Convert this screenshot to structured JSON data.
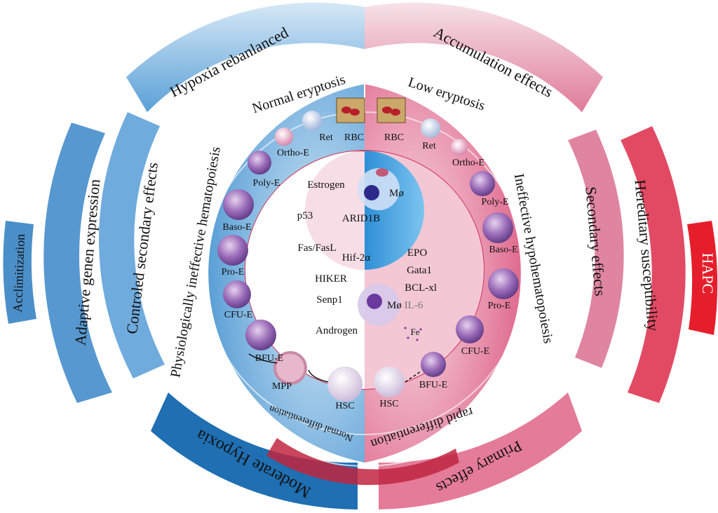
{
  "outer_left": {
    "hypoxia_rebalanced": "Hypoxia rebanlanced",
    "controlled_secondary": "Controled secondary effects",
    "adaptive_gene": "Adaptive genen expression",
    "acclimatization": "Acclimitization",
    "moderate_hypoxia": "Moderate Hypoxia"
  },
  "outer_right": {
    "accumulation_effects": "Accumulation effects",
    "secondary_effects": "Secondary effects",
    "hereditary_susceptibility": "Hereditary susceptibility",
    "hapc": "HAPC",
    "primary_effects": "Primary effects"
  },
  "ring_labels": {
    "normal_eryptosis": "Normal eryptosis",
    "low_eryptosis": "Low eryptosis",
    "physiological": "Physiologically ineffective hematopoiesis",
    "ineffective": "Ineffective hypohematopoiesis",
    "normal_differentiation": "Normal differentiation",
    "rapid_differentiation": "rapid differentiation"
  },
  "left_cells": {
    "rbc": "RBC",
    "ret": "Ret",
    "ortho": "Ortho-E",
    "poly": "Poly-E",
    "baso": "Baso-E",
    "pro": "Pro-E",
    "cfu": "CFU-E",
    "bfu": "BFU-E",
    "mpp": "MPP",
    "hsc": "HSC"
  },
  "right_cells": {
    "rbc": "RBC",
    "ret": "Ret",
    "ortho": "Ortho-E",
    "poly": "Poly-E",
    "baso": "Baso-E",
    "pro": "Pro-E",
    "cfu": "CFU-E",
    "bfu": "BFU-E",
    "hsc": "HSC"
  },
  "center": {
    "estrogen": "Estrogen",
    "mo_top": "Mø",
    "p53": "p53",
    "arid1b": "ARID1B",
    "fas": "Fas/FasL",
    "hif": "Hif-2α",
    "epo": "EPO",
    "gata1": "Gata1",
    "hiker": "HIKER",
    "bclxl": "BCL-xl",
    "senp1": "Senp1",
    "mo_bottom": "Mø",
    "il6": "IL-6",
    "androgen": "Androgen",
    "fe": "Fe"
  },
  "colors": {
    "blue_light": "#c9e2f3",
    "blue_mid": "#7fb5e0",
    "blue_dark": "#1f6fb2",
    "pink_light": "#f3d2dc",
    "pink_mid": "#e58aa5",
    "red_dark": "#c0263f",
    "hapc_red": "#e61e2b"
  }
}
